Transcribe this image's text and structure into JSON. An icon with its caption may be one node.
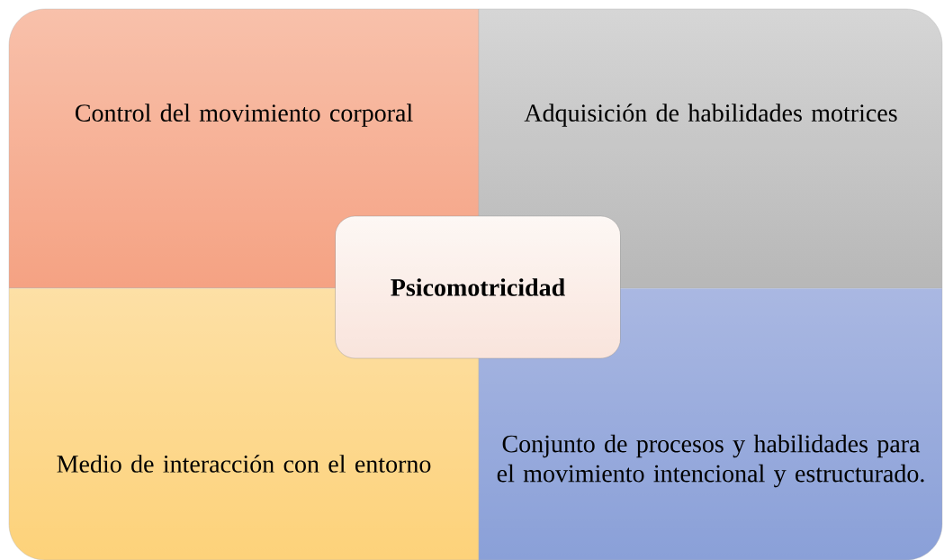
{
  "diagram": {
    "nodes": [
      {
        "text": [
          "Control del movimiento corporal"
        ]
      },
      {
        "text": [
          "Adquisición de habilidades motrices"
        ]
      },
      {
        "text": [
          "Psicomotricidad"
        ]
      },
      {
        "text": [
          "Medio de interacción con el entorno"
        ]
      },
      {
        "text": [
          "Conjunto de procesos y habilidades para el movimiento intencional y estructurado."
        ]
      }
    ]
  }
}
